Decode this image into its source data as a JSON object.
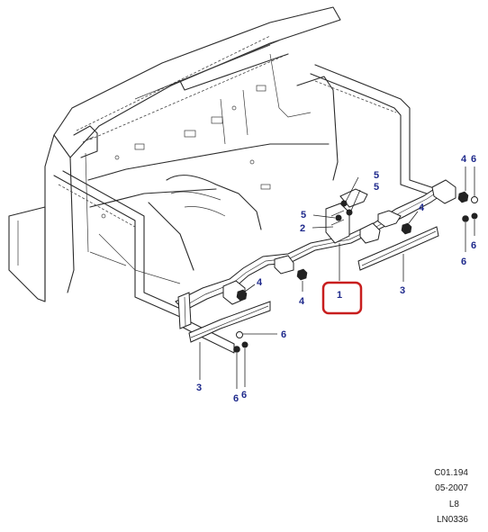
{
  "colors": {
    "callout": "#1f2a8c",
    "line": "#2b2b2b",
    "highlight": "#c81e1e"
  },
  "callouts": {
    "c1": "1",
    "c2": "2",
    "c3a": "3",
    "c3b": "3",
    "c4a": "4",
    "c4b": "4",
    "c4c": "4",
    "c4d": "4",
    "c5a": "5",
    "c5b": "5",
    "c5c": "5",
    "c6a": "6",
    "c6b": "6",
    "c6c": "6",
    "c6d": "6",
    "c6e": "6",
    "c6f": "6"
  },
  "highlighted_part": "1",
  "meta": {
    "ref": "C01.194",
    "date": "05-2007",
    "variant": "L8",
    "code": "LN0336"
  }
}
